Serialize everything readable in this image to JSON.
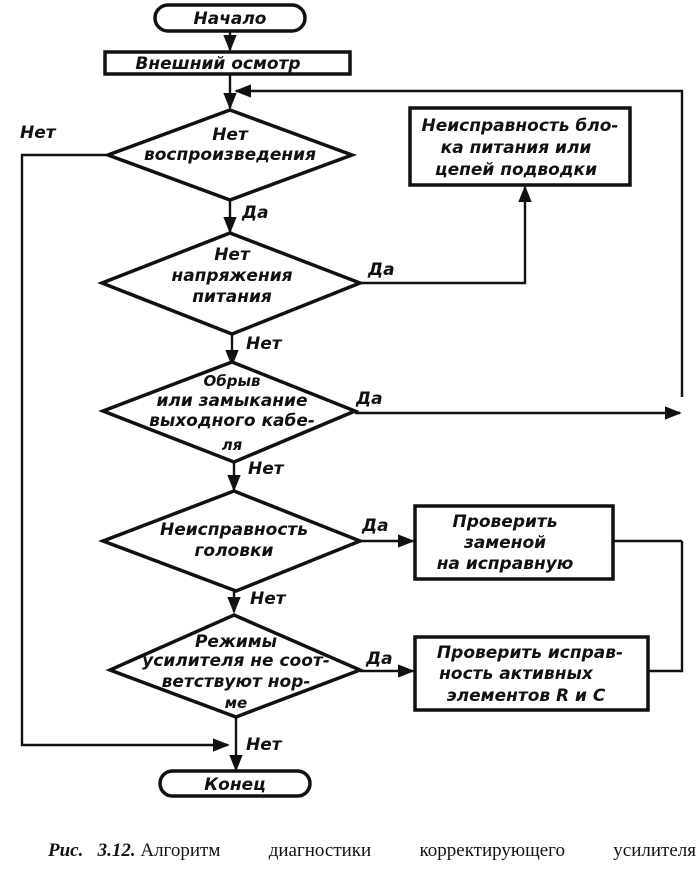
{
  "flowchart": {
    "start": "Начало",
    "inspection": "Внешний осмотр",
    "decision1": [
      "Нет",
      "воспроизведения"
    ],
    "power_fault": [
      "Неисправность бло-",
      "ка питания или",
      "цепей подводки"
    ],
    "decision2": [
      "Нет",
      "напряжения",
      "питания"
    ],
    "decision3": [
      "Обрыв",
      "или замыкание",
      "выходного кабе-",
      "ля"
    ],
    "decision4": [
      "Неисправность",
      "головки"
    ],
    "check_replace": [
      "Проверить",
      "заменой",
      "на исправную"
    ],
    "decision5": [
      "Режимы",
      "усилителя не соот-",
      "ветствуют нор-",
      "ме"
    ],
    "check_active": [
      "Проверить исправ-",
      "ность активных",
      "элементов R и C"
    ],
    "end": "Конец",
    "labels": {
      "yes": "Да",
      "no": "Нет"
    }
  },
  "caption": {
    "prefix": "Рис.",
    "number": "3.12.",
    "words": [
      "Алгоритм",
      "диагностики",
      "корректирующего",
      "усилителя"
    ]
  }
}
